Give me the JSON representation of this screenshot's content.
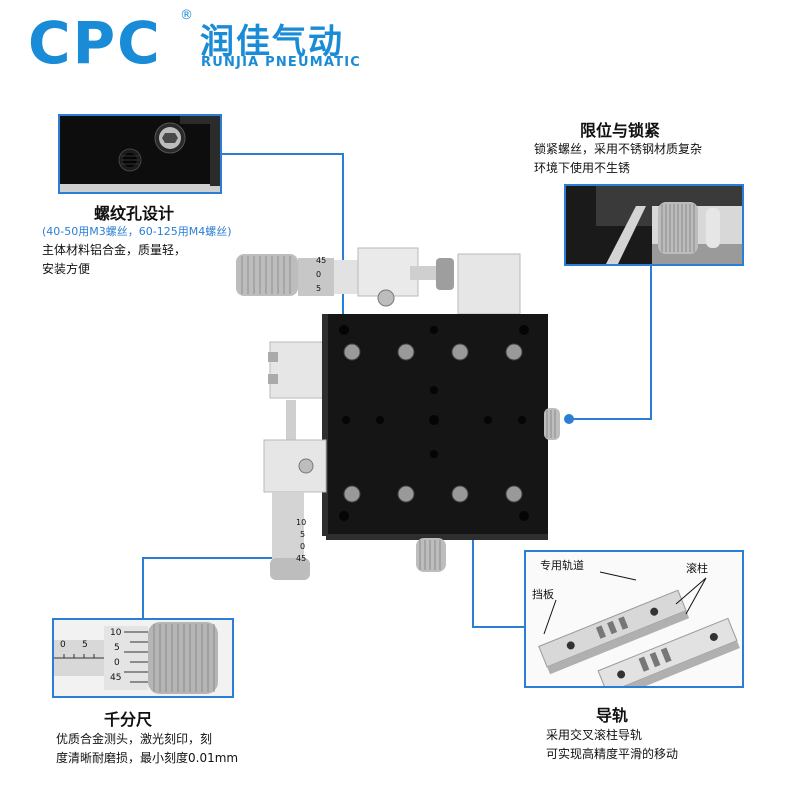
{
  "brand": {
    "logo": "CPC",
    "registered": "®",
    "name_cn": "润佳气动",
    "name_en": "RUNJIA PNEUMATIC"
  },
  "features": {
    "thread_hole": {
      "title": "螺纹孔设计",
      "note": "(40-50用M3螺丝，60-125用M4螺丝)",
      "desc_line1": "主体材料铝合金，质量轻，",
      "desc_line2": "安装方便"
    },
    "limit_lock": {
      "title": "限位与锁紧",
      "desc_line1": "锁紧螺丝，采用不锈钢材质复杂",
      "desc_line2": "环境下使用不生锈"
    },
    "micrometer": {
      "title": "千分尺",
      "desc_line1": "优质合金测头，激光刻印，刻",
      "desc_line2": "度清晰耐磨损，最小刻度0.01mm"
    },
    "guide_rail": {
      "title": "导轨",
      "desc_line1": "采用交叉滚柱导轨",
      "desc_line2": "可实现高精度平滑的移动",
      "labels": {
        "track": "专用轨道",
        "roller": "滚柱",
        "baffle": "挡板"
      }
    }
  },
  "micrometer_scale": {
    "top_scale": [
      "45",
      "0",
      "5"
    ],
    "side_scale": [
      "10",
      "5",
      "0",
      "45"
    ],
    "zoom_scale": [
      "10",
      "5",
      "0",
      "45"
    ],
    "zoom_sleeve": [
      "0",
      "5"
    ]
  },
  "colors": {
    "accent": "#2a7fd4",
    "brand": "#1a8bd6",
    "stage_black": "#151515",
    "metal": "#d9dadc"
  }
}
